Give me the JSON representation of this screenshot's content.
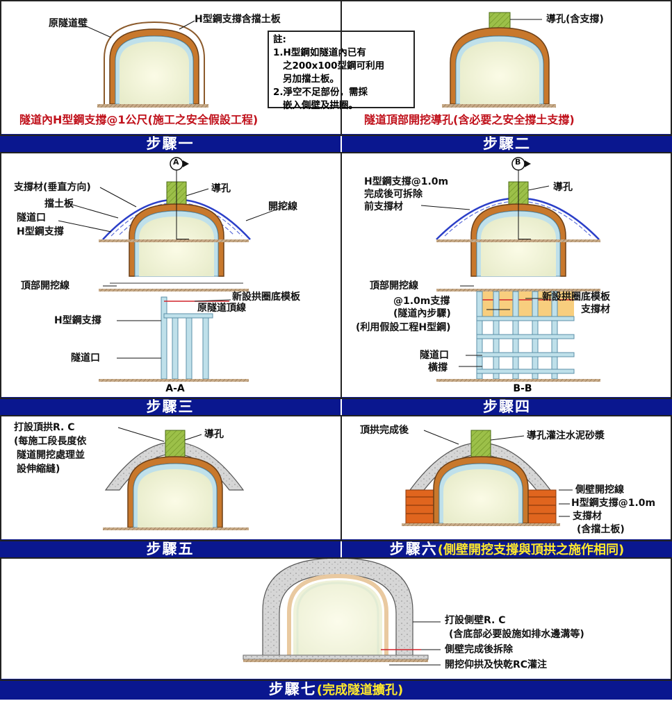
{
  "step1": {
    "caption": "隧道內H型鋼支撐@1公尺(施工之安全假設工程)",
    "banner": "步驟一",
    "label_original_wall": "原隧道壁",
    "label_h_beam": "H型鋼支撐含擋土板",
    "note_title": "註:",
    "note_lines": [
      "1.H型鋼如隧道內已有",
      "之200x100型鋼可利用",
      "另加擋土板。",
      "2.淨空不足部份，需採",
      "嵌入側壁及拱圈。"
    ]
  },
  "step2": {
    "caption": "隧道頂部開挖導孔(含必要之安全撐土支撐)",
    "banner": "步驟二",
    "label_pilot_hole": "導孔(含支撐)"
  },
  "step3": {
    "banner": "步驟三",
    "marker": "A",
    "section": "A-A",
    "label_strut_vertical": "支撐材(垂直方向)",
    "label_retaining_board": "擋土板",
    "label_portal": "隧道口",
    "label_h_support": "H型鋼支撐",
    "label_pilot_hole": "導孔",
    "label_excavation_line": "開挖線",
    "label_top_excavation_line": "頂部開挖線",
    "label_new_formwork": "新設拱圈底模板",
    "label_original_top": "原隧道頂線",
    "label_h_support_section": "H型鋼支撐",
    "label_portal_section": "隧道口"
  },
  "step4": {
    "banner": "步驟四",
    "marker": "B",
    "section": "B-B",
    "label_h_beam_note": [
      "H型鋼支撐@1.0m",
      "完成後可拆除",
      "前支撐材"
    ],
    "label_pilot_hole": "導孔",
    "label_top_excavation_line": "頂部開挖線",
    "label_support_1m": "@1.0m支撐",
    "label_step_in_tunnel": "(隧道內步驟)",
    "label_use_temp_h": "(利用假設工程H型鋼)",
    "label_new_formwork": "新設拱圈底模板",
    "label_strut": "支撐材",
    "label_portal": "隧道口",
    "label_cross_brace": "橫撐"
  },
  "step5": {
    "banner": "步驟五",
    "label_top_arch": [
      "打設頂拱R. C",
      "(每施工段長度依",
      "隧道開挖處理並",
      "設伸縮縫)"
    ],
    "label_pilot_hole": "導孔"
  },
  "step6": {
    "banner_main": "步驟六",
    "banner_sub": "(側壁開挖支撐與頂拱之施作相同)",
    "label_after_arch": "頂拱完成後",
    "label_grout": "導孔灌注水泥砂漿",
    "label_side_excavation": "側壁開挖線",
    "label_h_support": "H型鋼支撐@1.0m",
    "label_strut": "支撐材",
    "label_strut_note": "(含擋土板)"
  },
  "step7": {
    "banner_main": "步驟七",
    "banner_sub": "(完成隧道擴孔)",
    "label_side_wall": "打設側壁R. C",
    "label_side_wall_note": "(含底部必要設施如排水邊溝等)",
    "label_remove": "側壁完成後拆除",
    "label_invert": "開挖仰拱及快乾RC灌注"
  },
  "colors": {
    "banner_bg": "#0a178f",
    "banner_sub_text": "#ffe92c",
    "caption_red": "#c0111b",
    "lining_brown": "#c8782c",
    "pilot_green": "#8db33a",
    "excavation_blue": "#2b3fc8",
    "concrete_gray": "#d8d8d8",
    "strut_orange": "#e0651e"
  }
}
